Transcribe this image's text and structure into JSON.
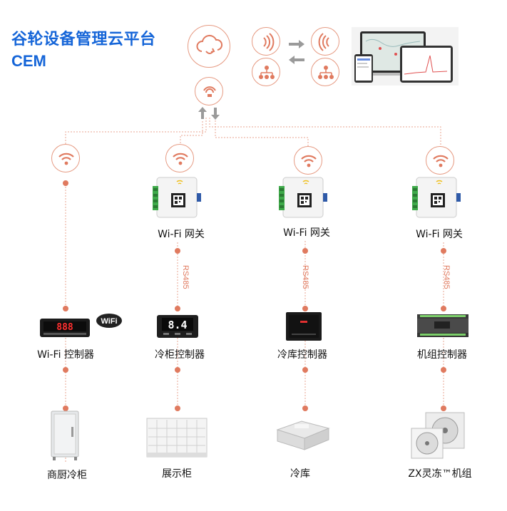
{
  "header": {
    "title": "谷轮设备管理云平台",
    "subtitle": "CEM"
  },
  "colors": {
    "accent": "#e07a5f",
    "title_blue": "#1565d8",
    "arrow_gray": "#8a8a8a"
  },
  "top": {
    "cloud_icon": "cloud-sync-icon",
    "gateway_icon": "wireless-signal-icon",
    "left_pair": [
      "signal-right-icon",
      "hierarchy-icon"
    ],
    "right_pair": [
      "signal-left-icon",
      "hierarchy-icon"
    ],
    "dashboard": "devices-dashboard-image"
  },
  "columns": [
    {
      "gateway": null,
      "rs485": null,
      "controller": "Wi-Fi 控制器",
      "badge": "WiFi",
      "equipment": "商厨冷柜",
      "display": "888"
    },
    {
      "gateway": "Wi-Fi 网关",
      "rs485": "RS485",
      "controller": "冷柜控制器",
      "badge": null,
      "equipment": "展示柜",
      "display": "8.4"
    },
    {
      "gateway": "Wi-Fi 网关",
      "rs485": "RS485",
      "controller": "冷库控制器",
      "badge": null,
      "equipment": "冷库",
      "display": null
    },
    {
      "gateway": "Wi-Fi 网关",
      "rs485": "RS485",
      "controller": "机组控制器",
      "badge": null,
      "equipment": "ZX灵冻™机组",
      "display": null
    }
  ]
}
